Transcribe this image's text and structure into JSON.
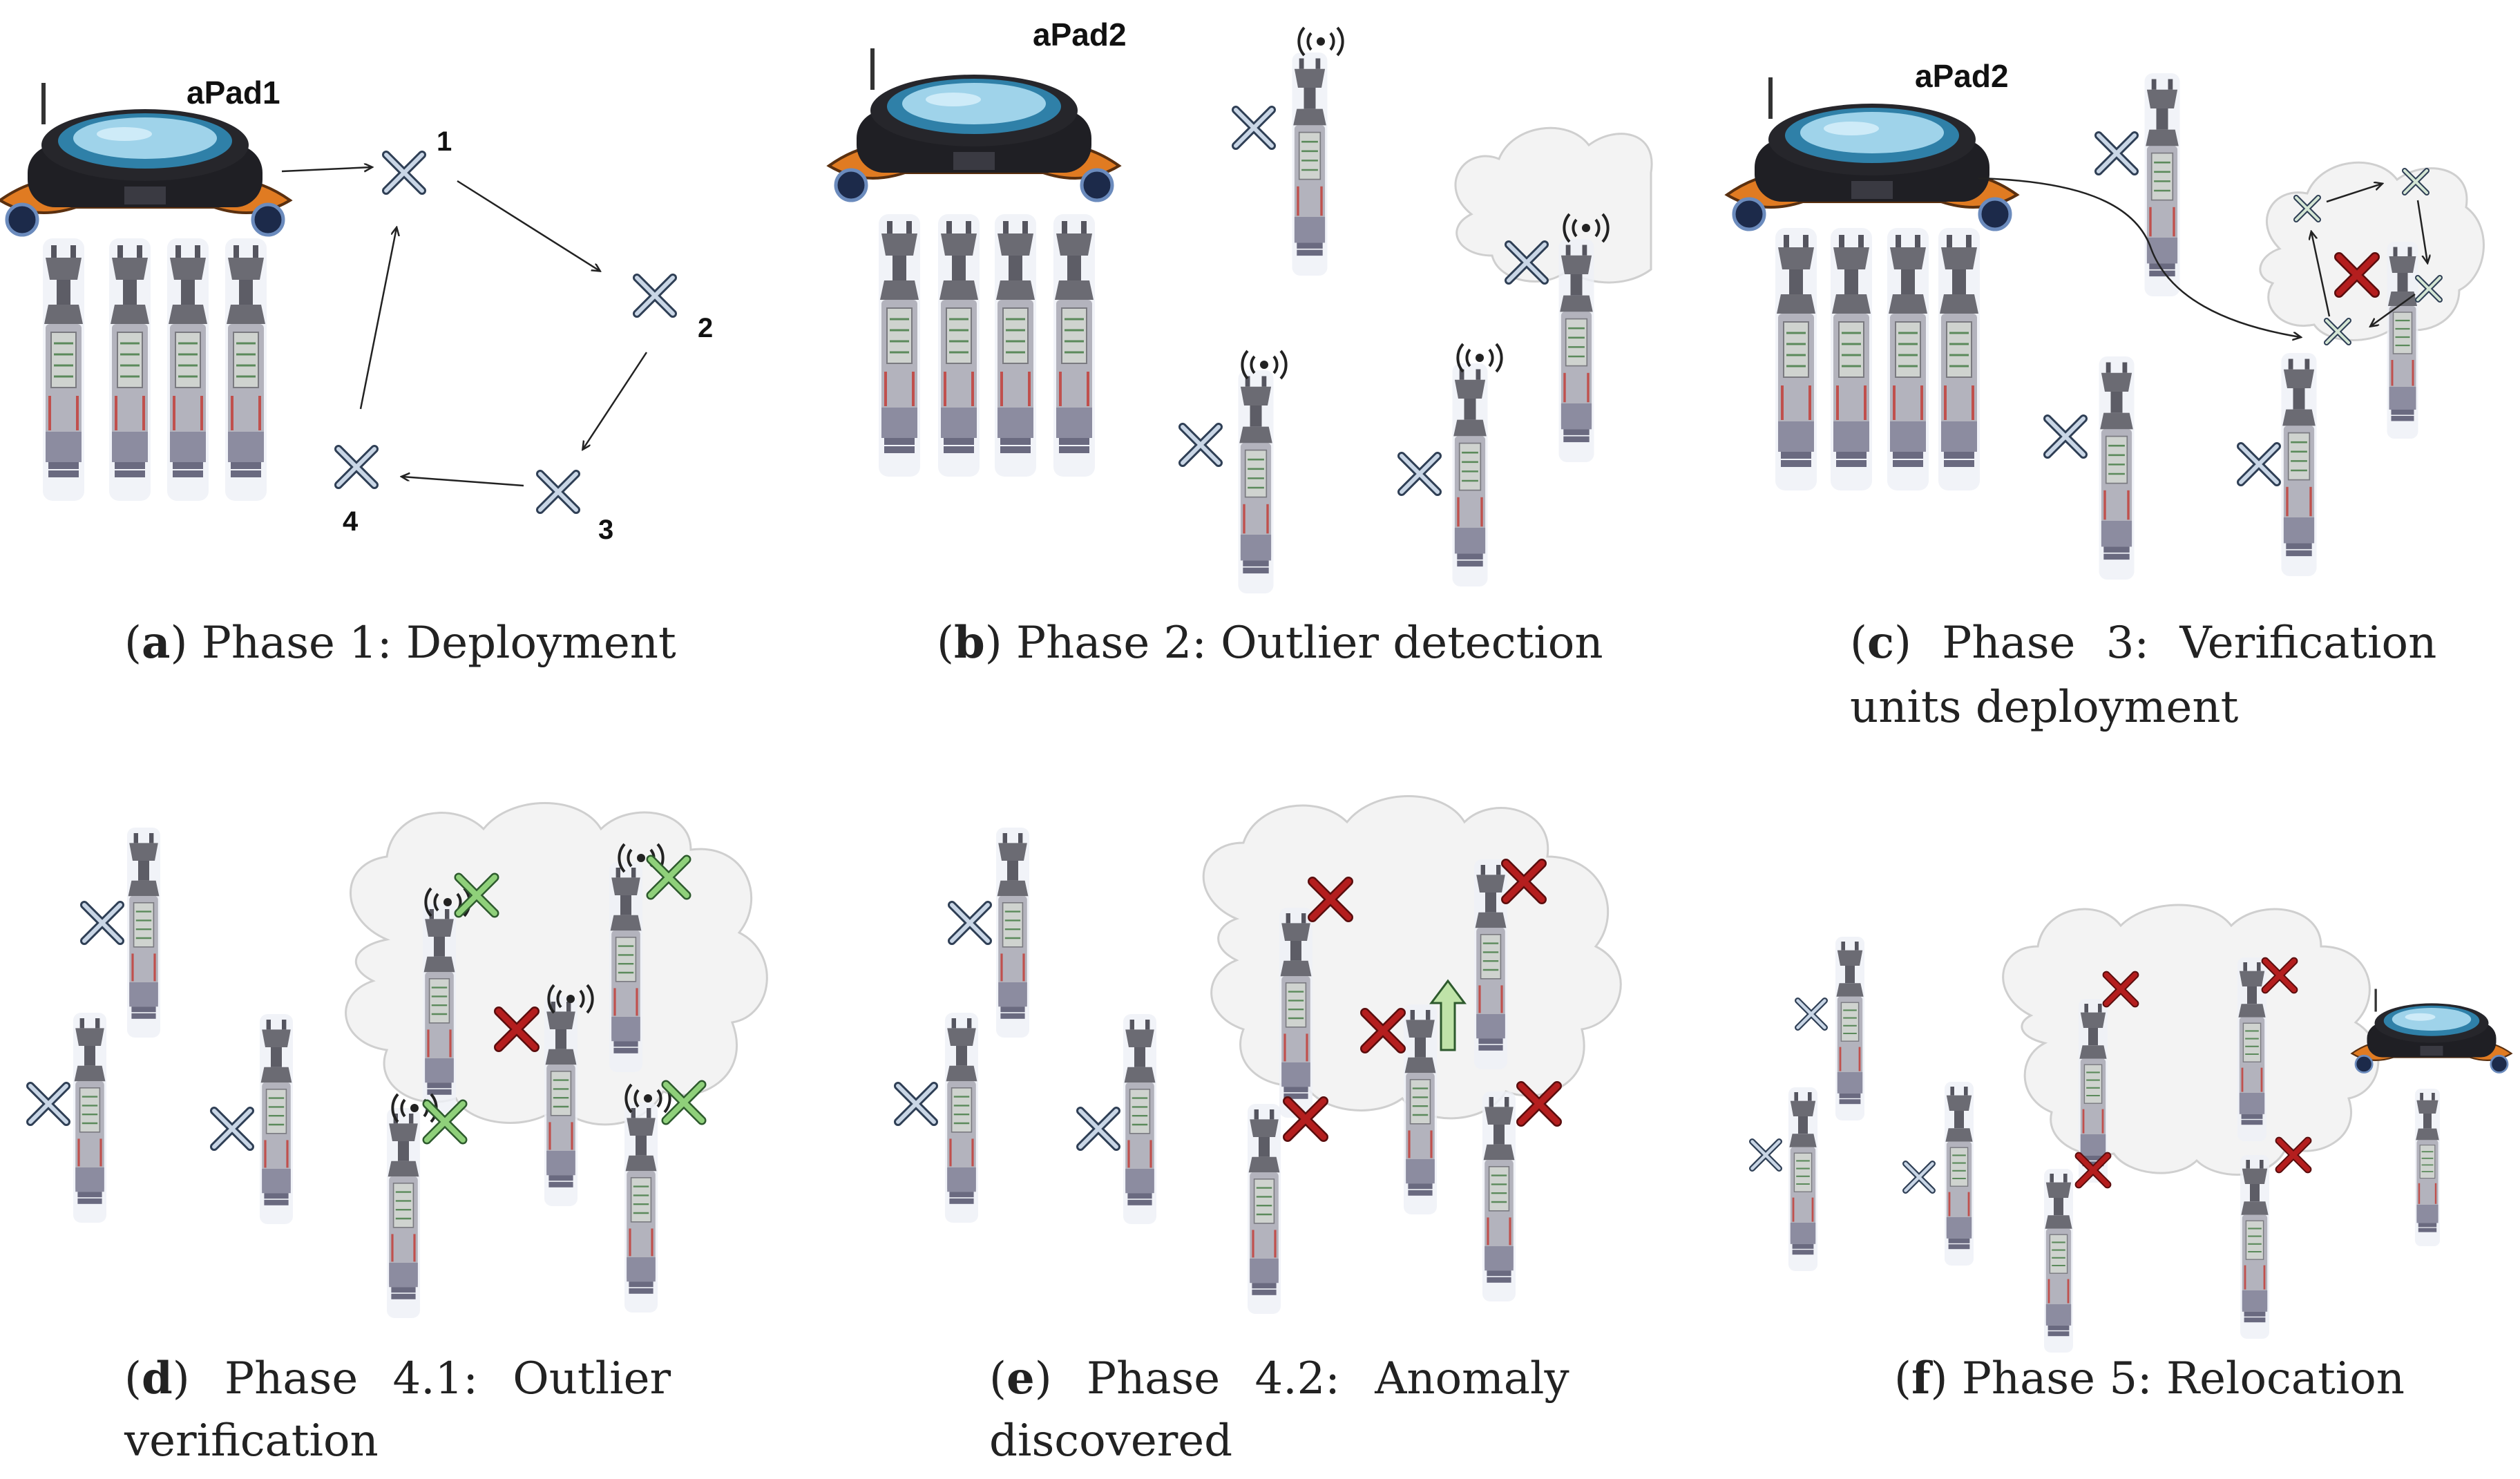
{
  "colors": {
    "cross_normal": "#8fa6c0",
    "cross_outline": "#2f3f55",
    "cross_outlier": "#b41e1e",
    "cross_verified": "#7fc06a",
    "cloud_fill": "#f3f3f3",
    "cloud_stroke": "#cfcfcf",
    "sensor_body": "#9a9aa8",
    "pad_ring": "#2f80a8",
    "pad_orange": "#e07b22",
    "arrow_green": "#bfe3a8"
  },
  "panels": [
    {
      "id": "a",
      "letter": "a",
      "caption": "Phase 1: Deployment",
      "pad_label": "aPad1",
      "waypoints": [
        "1",
        "2",
        "3",
        "4"
      ]
    },
    {
      "id": "b",
      "letter": "b",
      "caption": "Phase 2: Outlier detection",
      "pad_label": "aPad2"
    },
    {
      "id": "c",
      "letter": "c",
      "caption_line1": "Phase 3: Verification",
      "caption_line2": "units deployment",
      "pad_label": "aPad2"
    },
    {
      "id": "d",
      "letter": "d",
      "caption_line1": "Phase 4.1: Outlier",
      "caption_line2": "verification"
    },
    {
      "id": "e",
      "letter": "e",
      "caption_line1": "Phase 4.2: Anomaly",
      "caption_line2": "discovered"
    },
    {
      "id": "f",
      "letter": "f",
      "caption": "Phase 5: Relocation"
    }
  ]
}
